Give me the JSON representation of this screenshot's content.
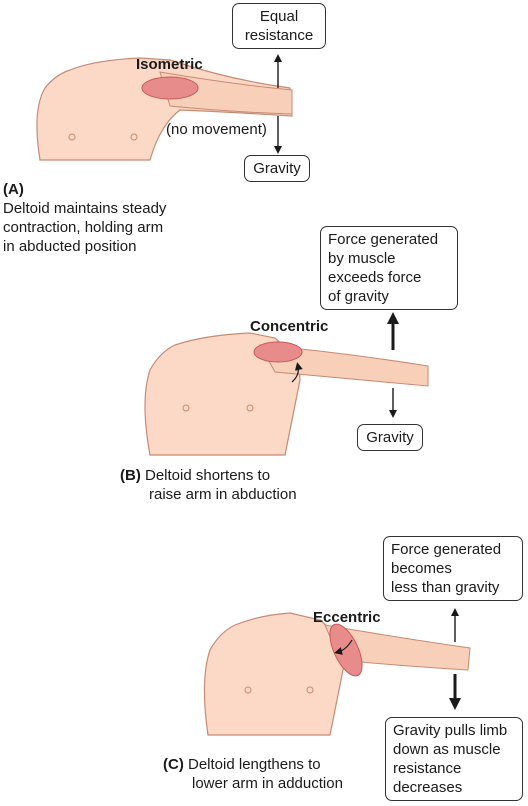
{
  "panels": [
    {
      "letter": "(A)",
      "title": "Isometric",
      "caption": [
        "Deltoid maintains steady",
        "contraction, holding arm",
        "in abducted position"
      ],
      "up_box": [
        "Equal",
        "resistance"
      ],
      "down_box": [
        "Gravity"
      ],
      "note": "(no movement)"
    },
    {
      "letter": "(B)",
      "title": "Concentric",
      "caption": [
        "Deltoid shortens to",
        "raise arm in abduction"
      ],
      "up_box": [
        "Force generated",
        "by muscle",
        "exceeds force",
        "of gravity"
      ],
      "down_box": [
        "Gravity"
      ]
    },
    {
      "letter": "(C)",
      "title": "Eccentric",
      "caption": [
        "Deltoid lengthens to",
        "lower arm in adduction"
      ],
      "up_box": [
        "Force generated",
        "becomes",
        "less than gravity"
      ],
      "down_box": [
        "Gravity pulls limb",
        "down as muscle",
        "resistance",
        "decreases"
      ]
    }
  ],
  "colors": {
    "skin": "#fbd9c6",
    "skin_line": "#c78b74",
    "muscle": "#e88b8b",
    "muscle_dark": "#c85a5a",
    "arrow": "#1a1a1a"
  }
}
